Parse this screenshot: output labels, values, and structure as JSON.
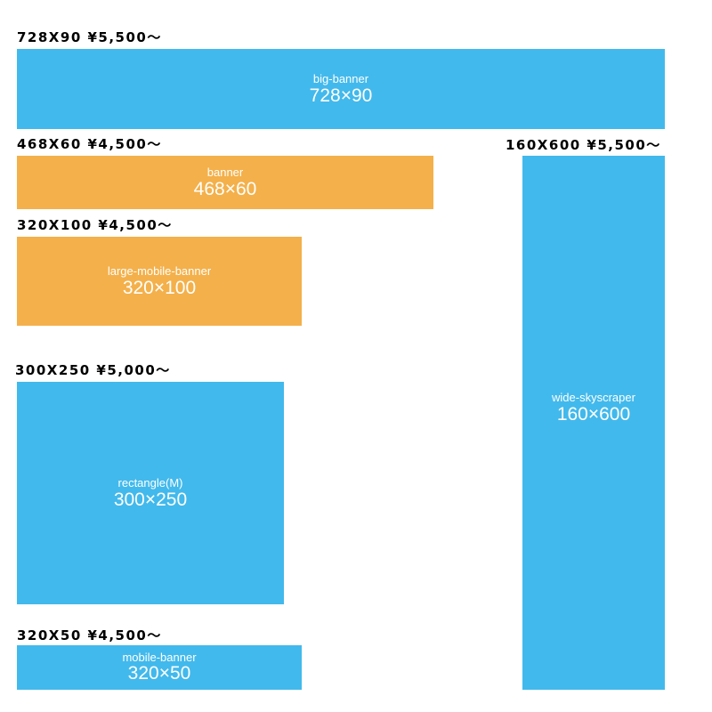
{
  "colors": {
    "blue": "#42b9ec",
    "orange": "#f4b04a",
    "text": "#000000",
    "box_text": "#ffffff"
  },
  "ads": {
    "big_banner": {
      "label": "728X90 ¥5,500〜",
      "name": "big-banner",
      "size": "728×90",
      "color": "blue"
    },
    "banner": {
      "label": "468X60 ¥4,500〜",
      "name": "banner",
      "size": "468×60",
      "color": "orange"
    },
    "wide_skyscraper": {
      "label": "160X600 ¥5,500〜",
      "name": "wide-skyscraper",
      "size": "160×600",
      "color": "blue"
    },
    "large_mobile_banner": {
      "label": "320X100 ¥4,500〜",
      "name": "large-mobile-banner",
      "size": "320×100",
      "color": "orange"
    },
    "rectangle_m": {
      "label": "300X250 ¥5,000〜",
      "name": "rectangle(M)",
      "size": "300×250",
      "color": "blue"
    },
    "mobile_banner": {
      "label": "320X50 ¥4,500〜",
      "name": "mobile-banner",
      "size": "320×50",
      "color": "blue"
    }
  }
}
